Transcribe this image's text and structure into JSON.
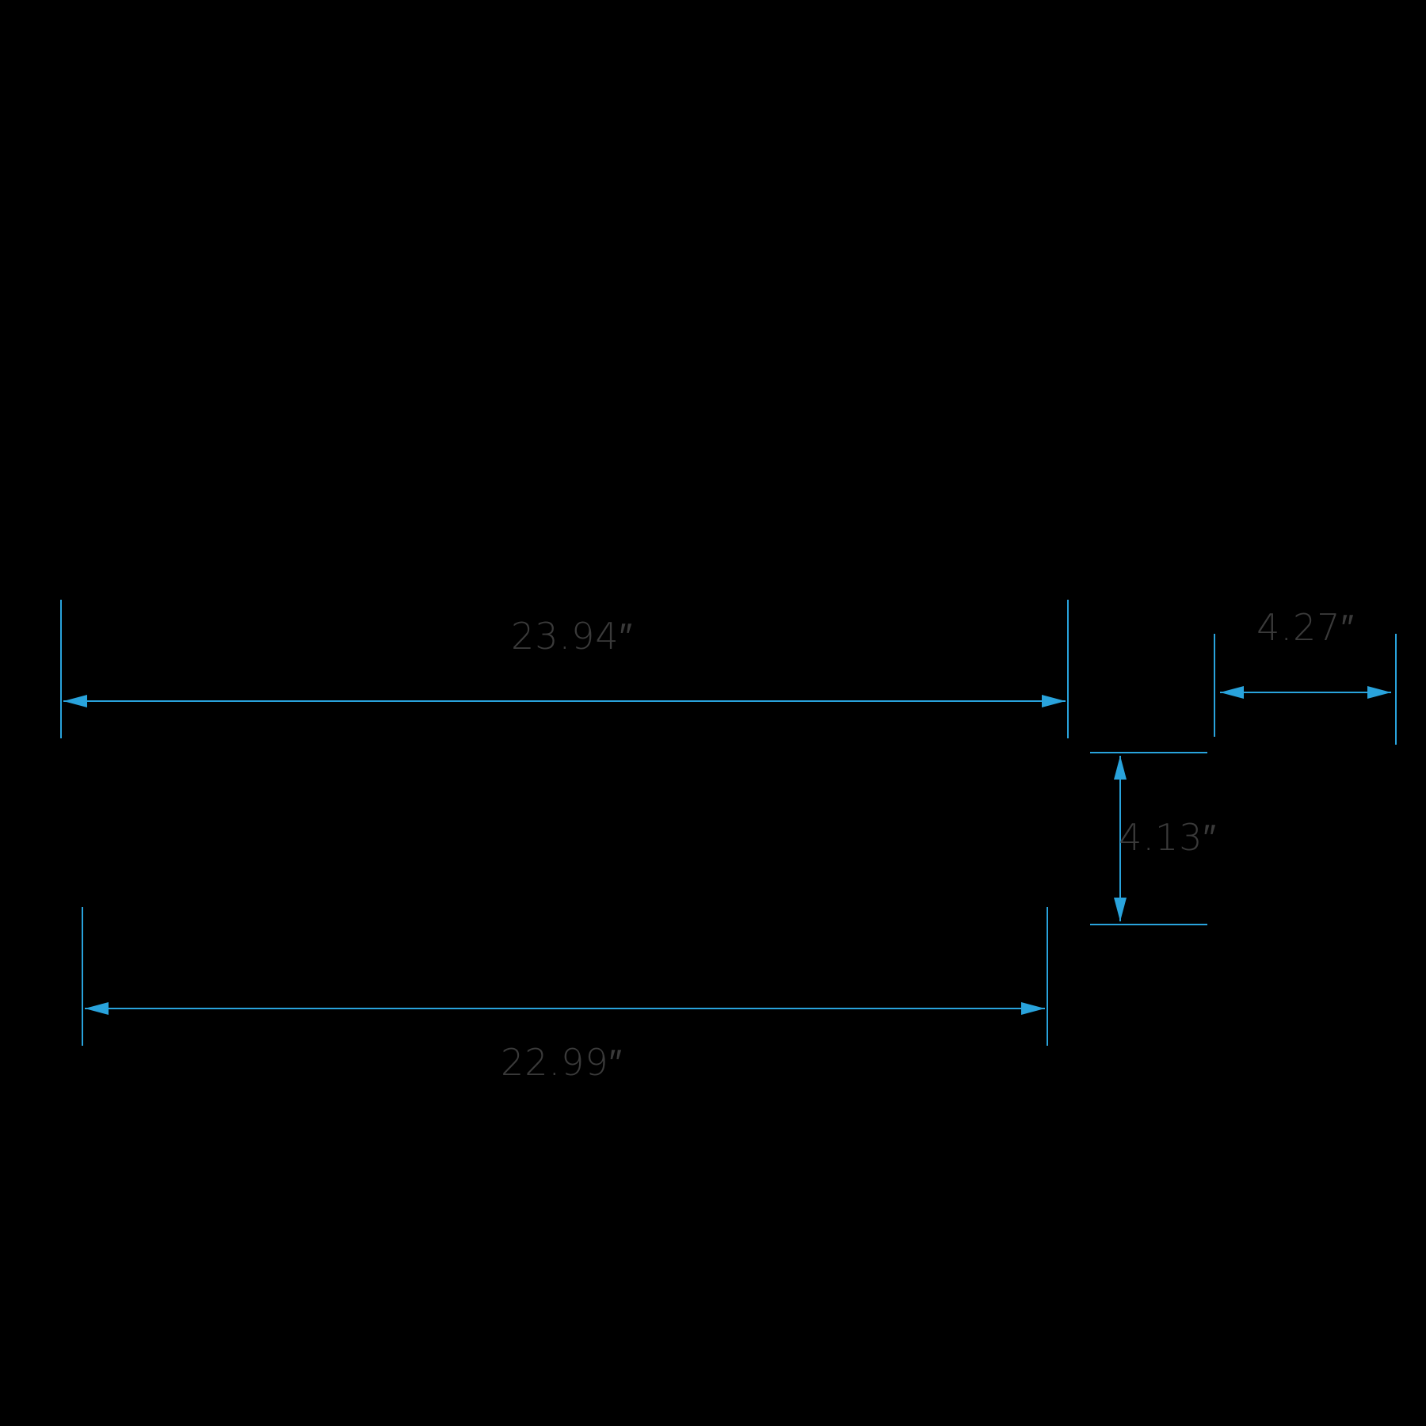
{
  "colors": {
    "background": "#000000",
    "dimension_line": "#29a3dc",
    "label_text": "#3a3a3a"
  },
  "dimensions": {
    "top_width": "23.94″",
    "bottom_width": "22.99″",
    "side_height": "4.13″",
    "side_width": "4.27″"
  }
}
